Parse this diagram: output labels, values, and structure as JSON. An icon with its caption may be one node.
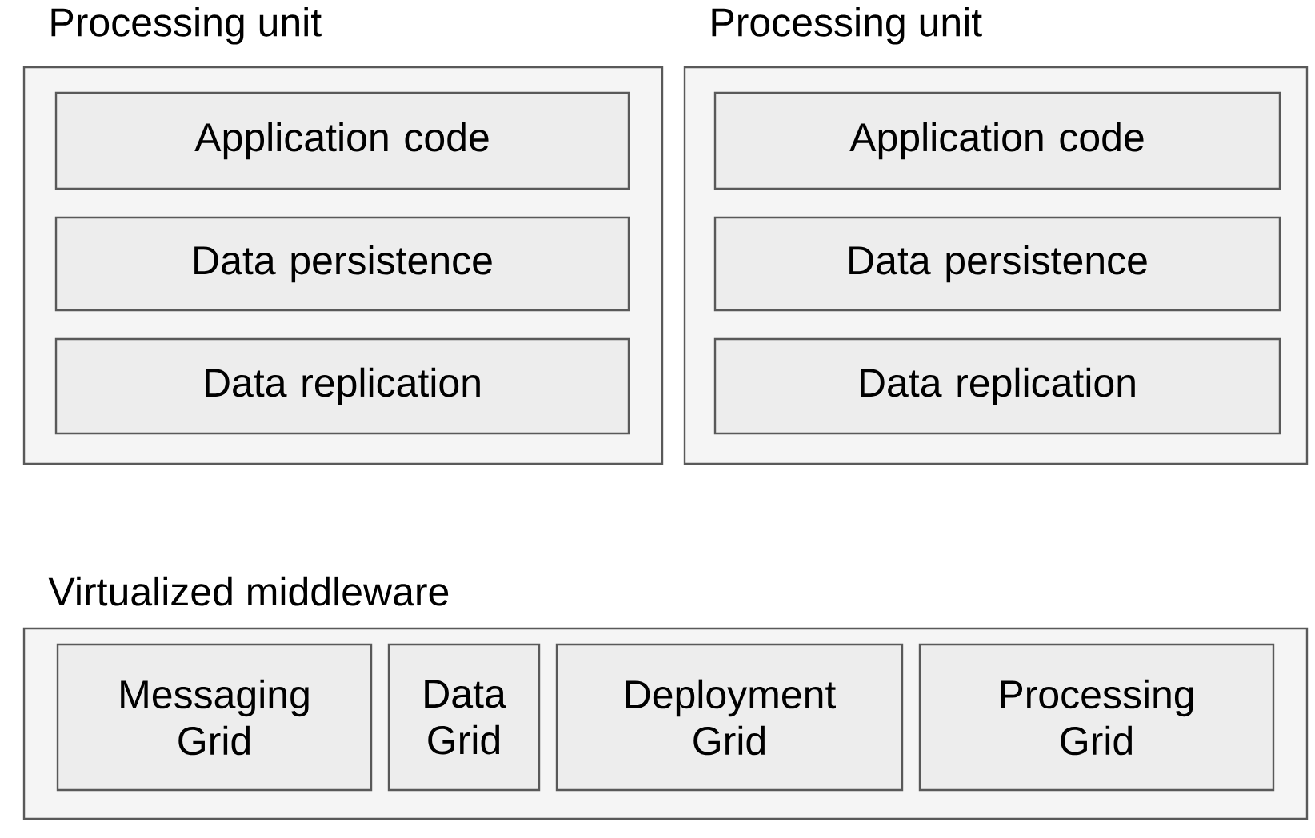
{
  "diagram": {
    "nodes": [
      {
        "text": [
          "Processing unit"
        ]
      },
      {
        "text": [
          "Application code"
        ],
        "in": 0
      },
      {
        "text": [
          "Data persistence"
        ],
        "in": 0
      },
      {
        "text": [
          "Data replication"
        ],
        "in": 0
      },
      {
        "text": [
          "Processing unit"
        ]
      },
      {
        "text": [
          "Application code"
        ],
        "in": 4
      },
      {
        "text": [
          "Data persistence"
        ],
        "in": 4
      },
      {
        "text": [
          "Data replication"
        ],
        "in": 4
      },
      {
        "text": [
          "Virtualized middleware"
        ]
      },
      {
        "text": [
          "Messaging Grid"
        ],
        "in": 8
      },
      {
        "text": [
          "Data Grid"
        ],
        "in": 8
      },
      {
        "text": [
          "Deployment Grid"
        ],
        "in": 8
      },
      {
        "text": [
          "Processing Grid"
        ],
        "in": 8
      }
    ]
  }
}
